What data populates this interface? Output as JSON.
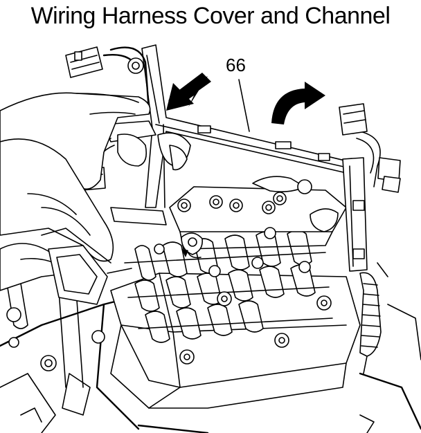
{
  "title": "Wiring Harness Cover and Channel",
  "callouts": [
    {
      "label": "66",
      "target": "wiring-harness-channel"
    }
  ]
}
